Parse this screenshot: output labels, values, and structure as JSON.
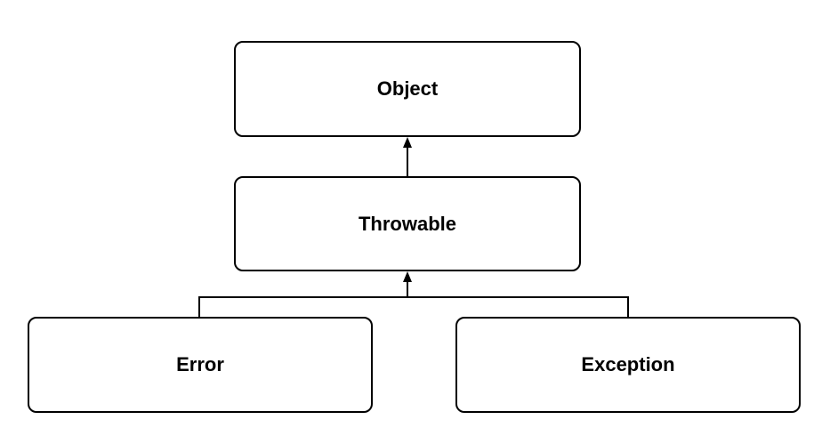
{
  "diagram": {
    "nodes": {
      "object": {
        "label": "Object"
      },
      "throwable": {
        "label": "Throwable"
      },
      "error": {
        "label": "Error"
      },
      "exception": {
        "label": "Exception"
      }
    },
    "edges": [
      {
        "from": "throwable",
        "to": "object",
        "type": "inheritance-arrow"
      },
      {
        "from": "error",
        "to": "throwable",
        "type": "inheritance-arrow"
      },
      {
        "from": "exception",
        "to": "throwable",
        "type": "inheritance-arrow"
      }
    ],
    "colors": {
      "stroke": "#000000",
      "background": "#ffffff",
      "text": "#000000"
    }
  }
}
